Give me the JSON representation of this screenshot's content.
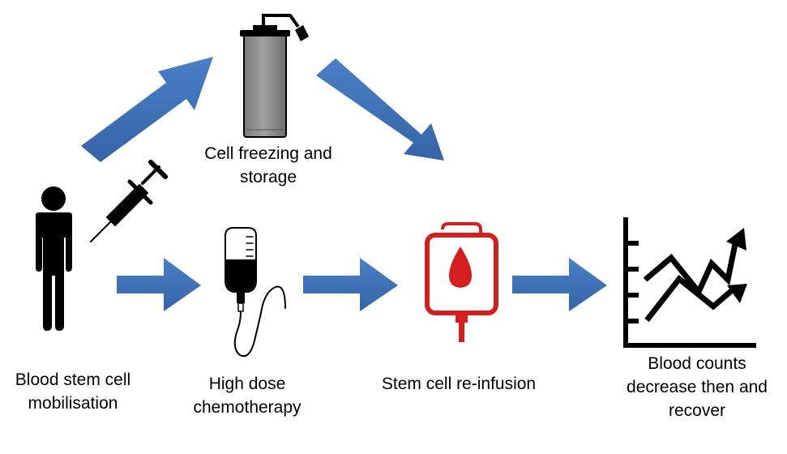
{
  "steps": {
    "mobilisation": {
      "line1": "Blood stem cell",
      "line2": "mobilisation"
    },
    "freezing": {
      "line1": "Cell freezing and",
      "line2": "storage"
    },
    "chemo": {
      "line1": "High dose",
      "line2": "chemotherapy"
    },
    "reinfusion": {
      "line1": "Stem cell re-infusion"
    },
    "recovery": {
      "line1": "Blood counts",
      "line2": "decrease then and",
      "line3": "recover"
    }
  },
  "icons": [
    "person-icon",
    "syringe-icon",
    "freezer-tube-icon",
    "iv-chemo-bag-icon",
    "blood-bag-icon",
    "blood-count-chart-icon"
  ],
  "colors": {
    "arrow": "#3F73B8",
    "blood": "#D51F1F",
    "tube_gray": "#8A8A8A",
    "icon": "#000000"
  }
}
